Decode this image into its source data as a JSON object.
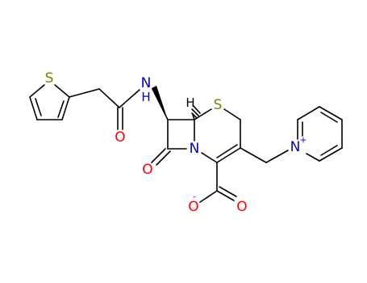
{
  "molecule": {
    "atoms": {
      "thiophene_s": {
        "label": "S",
        "color": "#808000"
      },
      "amide_nh": {
        "label": "N",
        "color": "#0000cc"
      },
      "amide_nh_h": {
        "label": "H",
        "color": "#0000cc"
      },
      "amide_o": {
        "label": "O",
        "color": "#ff0000"
      },
      "chiral_h": {
        "label": "H",
        "color": "#000000"
      },
      "ring_s": {
        "label": "S",
        "color": "#808000"
      },
      "lactam_n": {
        "label": "N",
        "color": "#0000cc"
      },
      "lactam_o": {
        "label": "O",
        "color": "#ff0000"
      },
      "pyridinium_n": {
        "label": "N",
        "color": "#0000cc"
      },
      "pyridinium_charge": {
        "label": "+",
        "color": "#0000cc"
      },
      "carboxylate_o_minus": {
        "label": "O",
        "color": "#ff0000"
      },
      "carboxylate_charge": {
        "label": "-",
        "color": "#ff0000"
      },
      "carboxylate_o": {
        "label": "O",
        "color": "#ff0000"
      }
    },
    "colors": {
      "bond": "#000000",
      "nitrogen": "#0000cc",
      "oxygen": "#ff0000",
      "sulfur": "#808000"
    }
  }
}
